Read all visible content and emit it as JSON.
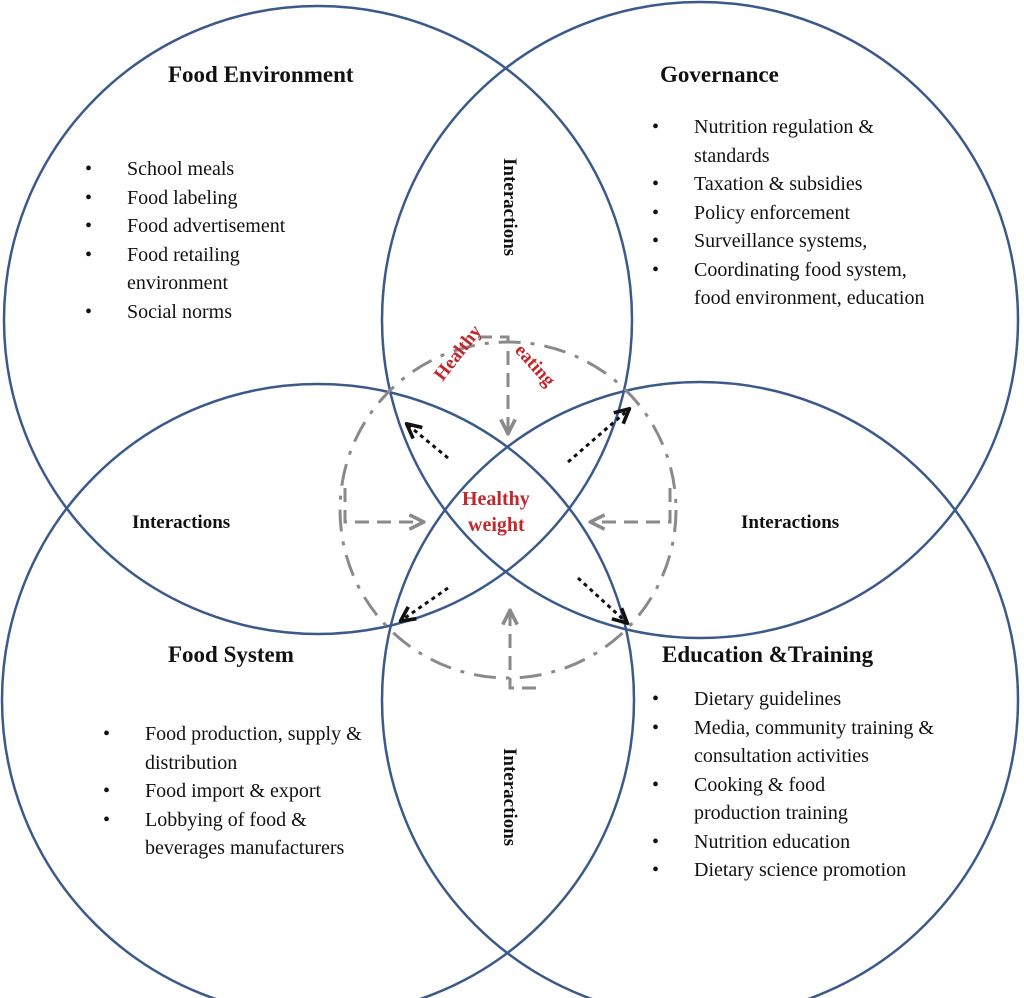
{
  "quadrants": {
    "food_environment": {
      "title": "Food Environment",
      "items": [
        "School meals",
        "Food labeling",
        "Food advertisement",
        "Food retailing environment",
        "Social norms"
      ]
    },
    "governance": {
      "title": "Governance",
      "items": [
        "Nutrition regulation & standards",
        "Taxation & subsidies",
        "Policy enforcement",
        "Surveillance systems,",
        "Coordinating food system, food environment,  education"
      ]
    },
    "food_system": {
      "title": "Food System",
      "items": [
        "Food production, supply & distribution",
        "Food import & export",
        "Lobbying of  food & beverages manufacturers"
      ]
    },
    "education_training": {
      "title": "Education &Training",
      "items": [
        "Dietary guidelines",
        "Media, community training & consultation activities",
        "Cooking & food production training",
        "Nutrition education",
        "Dietary science promotion"
      ]
    }
  },
  "interactions": {
    "top": "Interactions",
    "left": "Interactions",
    "right": "Interactions",
    "bottom": "Interactions"
  },
  "center": {
    "healthy_word": "Healthy",
    "eating_word": "eating",
    "healthy_weight_line1": "Healthy",
    "healthy_weight_line2": "weight"
  },
  "colors": {
    "circle_stroke": "#3b5a8a",
    "highlight_text": "#c0282d",
    "dashed_gray": "#8a8a8a",
    "dotted_black": "#111111"
  }
}
